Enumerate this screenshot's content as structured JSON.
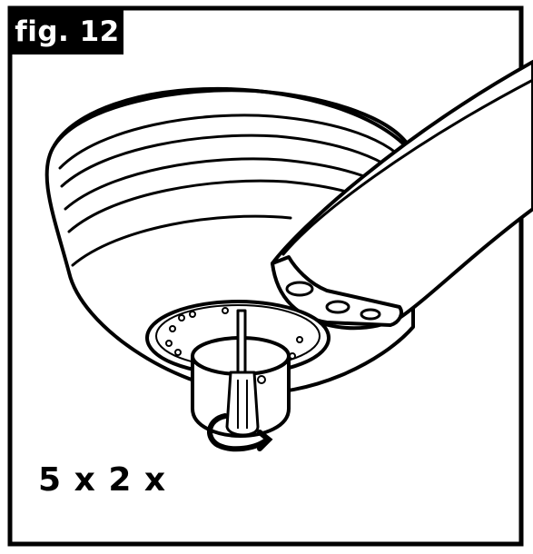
{
  "figure": {
    "label": "fig. 12",
    "quantity_text": "5 x 2 x"
  },
  "icons": {
    "illustration": "ceiling-fan-blade-install-illustration",
    "screwdriver": "screwdriver-icon",
    "rotation": "clockwise-rotation-arrow-icon"
  },
  "colors": {
    "ink": "#000000",
    "paper": "#ffffff"
  }
}
